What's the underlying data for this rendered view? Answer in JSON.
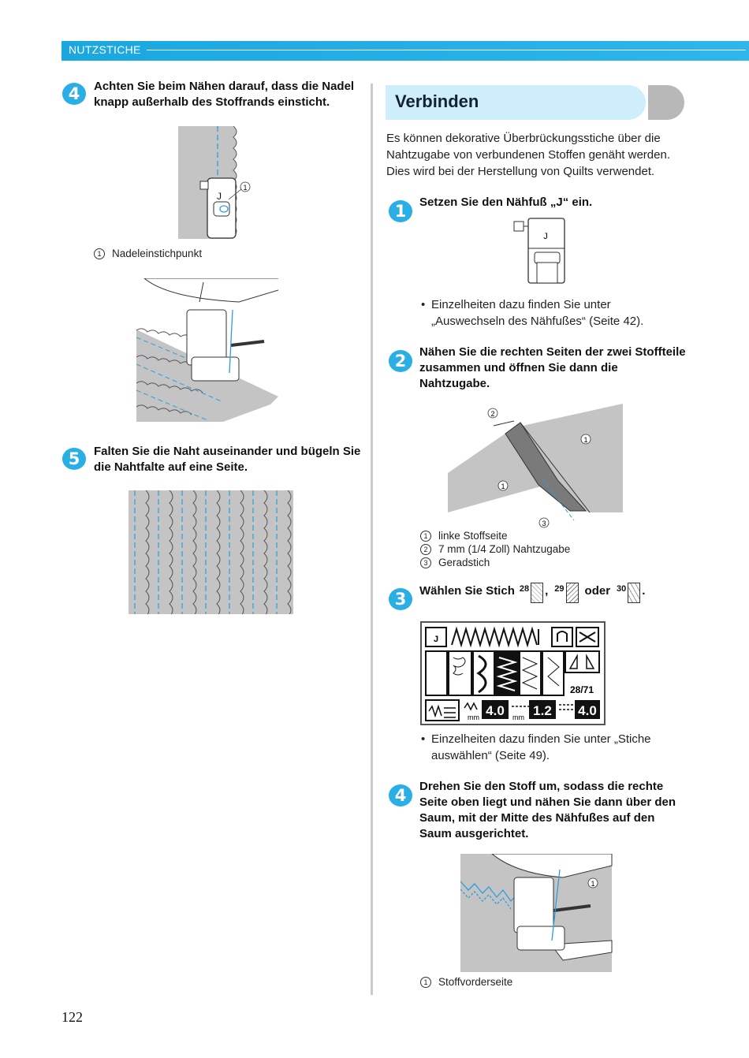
{
  "header": {
    "title": "NUTZSTICHE"
  },
  "left": {
    "step4": {
      "number": "4",
      "text": "Achten Sie beim Nähen darauf, dass die Nadel knapp außerhalb des Stoffrands einsticht."
    },
    "fig1": {
      "foot_letter": "J",
      "callout": "1"
    },
    "caption1": {
      "num": "1",
      "text": "Nadeleinstichpunkt"
    },
    "step5": {
      "number": "5",
      "text": "Falten Sie die Naht auseinander und bügeln Sie die Nahtfalte auf eine Seite."
    }
  },
  "right": {
    "section_title": "Verbinden",
    "intro": "Es können dekorative Überbrückungsstiche über die Nahtzugabe von verbundenen Stoffen genäht werden. Dies wird bei der Herstellung von Quilts verwendet.",
    "step1": {
      "number": "1",
      "text": "Setzen Sie den Nähfuß „J“ ein."
    },
    "foot_letter": "J",
    "bullet1": "Einzelheiten dazu finden Sie unter „Auswechseln des Nähfußes“ (Seite 42).",
    "step2": {
      "number": "2",
      "text": "Nähen Sie die rechten Seiten der zwei Stoffteile zusammen und öffnen Sie dann die Nahtzugabe."
    },
    "fig2_callouts": [
      "2",
      "1",
      "1",
      "3"
    ],
    "captions2": [
      {
        "num": "1",
        "text": "linke Stoffseite"
      },
      {
        "num": "2",
        "text": "7 mm (1/4 Zoll) Nahtzugabe"
      },
      {
        "num": "3",
        "text": "Geradstich"
      }
    ],
    "step3": {
      "number": "3",
      "prefix": "Wählen Sie Stich",
      "stitch1": "28",
      "sep1": ",",
      "stitch2": "29",
      "sep2": "oder",
      "stitch3": "30",
      "end": "."
    },
    "lcd": {
      "counter": "28/71",
      "width_value": "4.0",
      "length_value": "1.2",
      "tension_value": "4.0",
      "unit": "mm"
    },
    "bullet2": "Einzelheiten dazu finden Sie unter „Stiche auswählen“ (Seite 49).",
    "step4": {
      "number": "4",
      "text": "Drehen Sie den Stoff um, sodass die rechte Seite oben liegt und nähen Sie dann über den Saum, mit der Mitte des Nähfußes auf den Saum ausgerichtet."
    },
    "fig4_callout": "1",
    "caption4": {
      "num": "1",
      "text": "Stoffvorderseite"
    }
  },
  "page_number": "122",
  "colors": {
    "accent": "#2aaee6",
    "fabric": "#c4c4c4",
    "thread": "#2a9fe0"
  }
}
